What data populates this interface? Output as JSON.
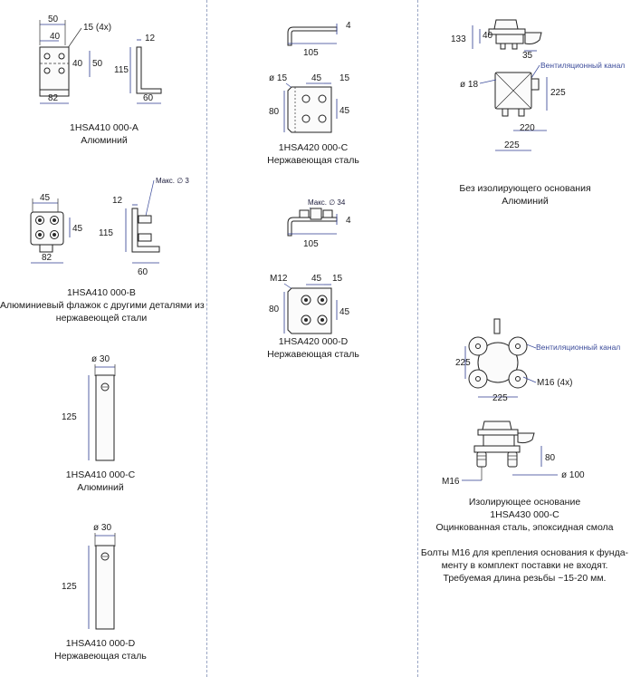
{
  "captions": {
    "a": {
      "code": "1HSA410 000-A",
      "material": "Алюминий"
    },
    "b": {
      "code": "1HSA410 000-B",
      "material1": "Алюминиевый флажок с другими деталями из",
      "material2": "нержавеющей стали"
    },
    "c": {
      "code": "1HSA410 000-C",
      "material": "Алюминий"
    },
    "d": {
      "code": "1HSA410 000-D",
      "material": "Нержавеющая сталь"
    },
    "e": {
      "code": "1HSA420 000-C",
      "material": "Нержавеющая сталь"
    },
    "f": {
      "code": "1HSA420 000-D",
      "material": "Нержавеющая сталь"
    },
    "g": {
      "line1": "Без изолирующего основания",
      "line2": "Алюминий"
    },
    "h": {
      "line1": "Изолирующее основание",
      "line2": "1HSA430 000-C",
      "line3": "Оцинкованная сталь, эпоксидная смола",
      "note1": "Болты М16 для крепления основания к фунда-",
      "note2": "менту в комплект поставки не входят.",
      "note3": "Требуемая длина резьбы ~15-20 мм."
    }
  },
  "dims": {
    "a": {
      "d50": "50",
      "d15": "15 (4x)",
      "d40a": "40",
      "d40b": "40",
      "d50b": "50",
      "d82": "82",
      "d12": "12",
      "d115": "115",
      "d60": "60"
    },
    "b": {
      "d45a": "45",
      "d45b": "45",
      "d82": "82",
      "d12": "12",
      "d115": "115",
      "d60": "60",
      "max": "Макс. ∅ 3"
    },
    "c": {
      "d30": "ø 30",
      "d125": "125"
    },
    "d": {
      "d30": "ø 30",
      "d125": "125"
    },
    "e": {
      "d4": "4",
      "d105": "105",
      "d15": "ø 15",
      "d45a": "45",
      "d15b": "15",
      "d80": "80",
      "d45b": "45"
    },
    "f": {
      "max": "Макс. ∅ 34",
      "d4": "4",
      "d105": "105",
      "m12": "M12",
      "d45a": "45",
      "d15": "15",
      "d80": "80",
      "d45b": "45"
    },
    "g": {
      "d133": "133",
      "d40": "40",
      "d35": "35",
      "vent": "Вентиляционный канал",
      "d18": "ø 18",
      "d225a": "225",
      "d220": "220",
      "d225b": "225"
    },
    "h": {
      "vent": "Вентиляционный канал",
      "d225a": "225",
      "d225b": "225",
      "m16x4": "M16 (4x)",
      "d80": "80",
      "m16": "M16",
      "d100": "ø 100"
    }
  }
}
